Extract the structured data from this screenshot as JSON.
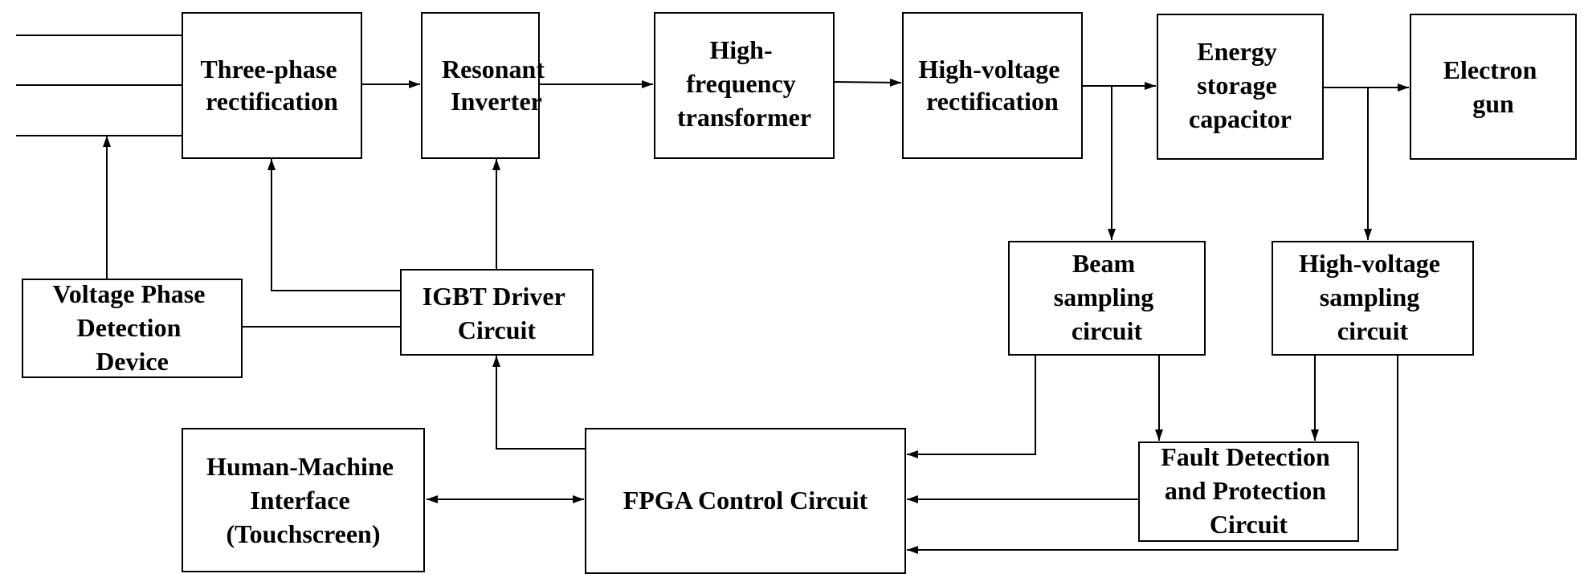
{
  "blocks": {
    "three_phase_rectification": [
      "Three-phase",
      "rectification"
    ],
    "resonant_inverter": [
      "Resonant",
      "Inverter"
    ],
    "hf_transformer": [
      "High-",
      "frequency",
      "transformer"
    ],
    "hv_rectification": [
      "High-voltage",
      "rectification"
    ],
    "energy_storage_capacitor": [
      "Energy",
      "storage",
      "capacitor"
    ],
    "electron_gun": [
      "Electron",
      "gun"
    ],
    "voltage_phase_detection": [
      "Voltage Phase",
      "Detection",
      "Device"
    ],
    "igbt_driver": [
      "IGBT Driver",
      "Circuit"
    ],
    "beam_sampling": [
      "Beam",
      "sampling",
      "circuit"
    ],
    "hv_sampling": [
      "High-voltage",
      "sampling",
      "circuit"
    ],
    "hmi": [
      "Human-Machine",
      "Interface",
      "(Touchscreen)"
    ],
    "fpga_control": [
      "FPGA Control Circuit"
    ],
    "fault_detection": [
      "Fault Detection",
      "and Protection",
      "Circuit"
    ]
  }
}
